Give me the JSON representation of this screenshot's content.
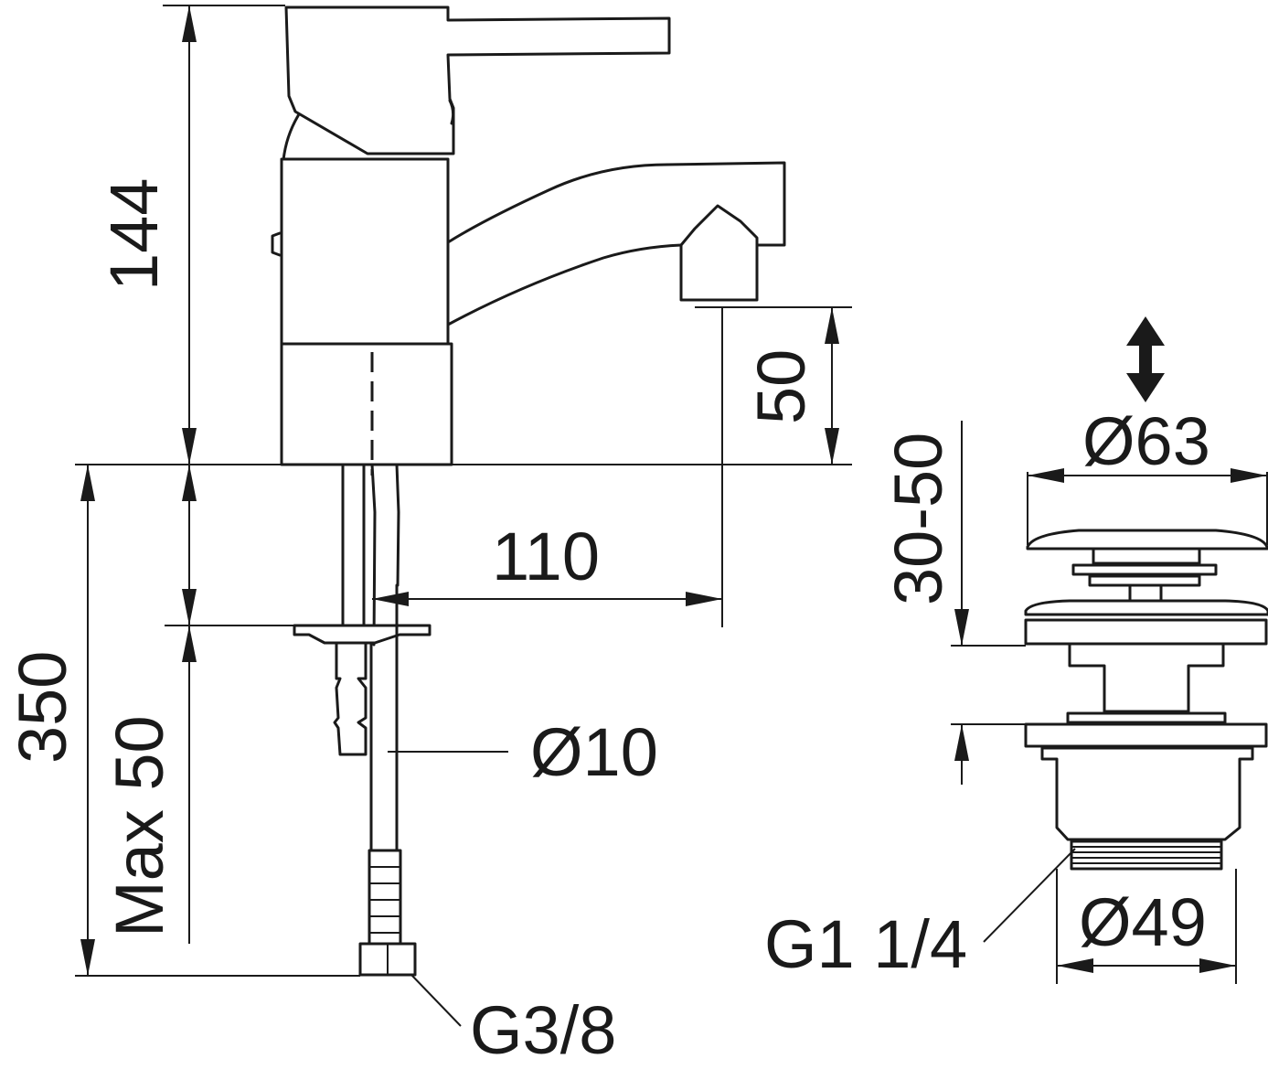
{
  "dimensions": {
    "height_144": "144",
    "spout_height_50": "50",
    "reach_110": "110",
    "total_350": "350",
    "max_50": "Max 50",
    "hose_diameter": "Ø10",
    "hose_thread": "G3/8",
    "waste_range": "30-50",
    "plug_diameter": "Ø63",
    "body_diameter": "Ø49",
    "waste_thread": "G1 1/4"
  }
}
